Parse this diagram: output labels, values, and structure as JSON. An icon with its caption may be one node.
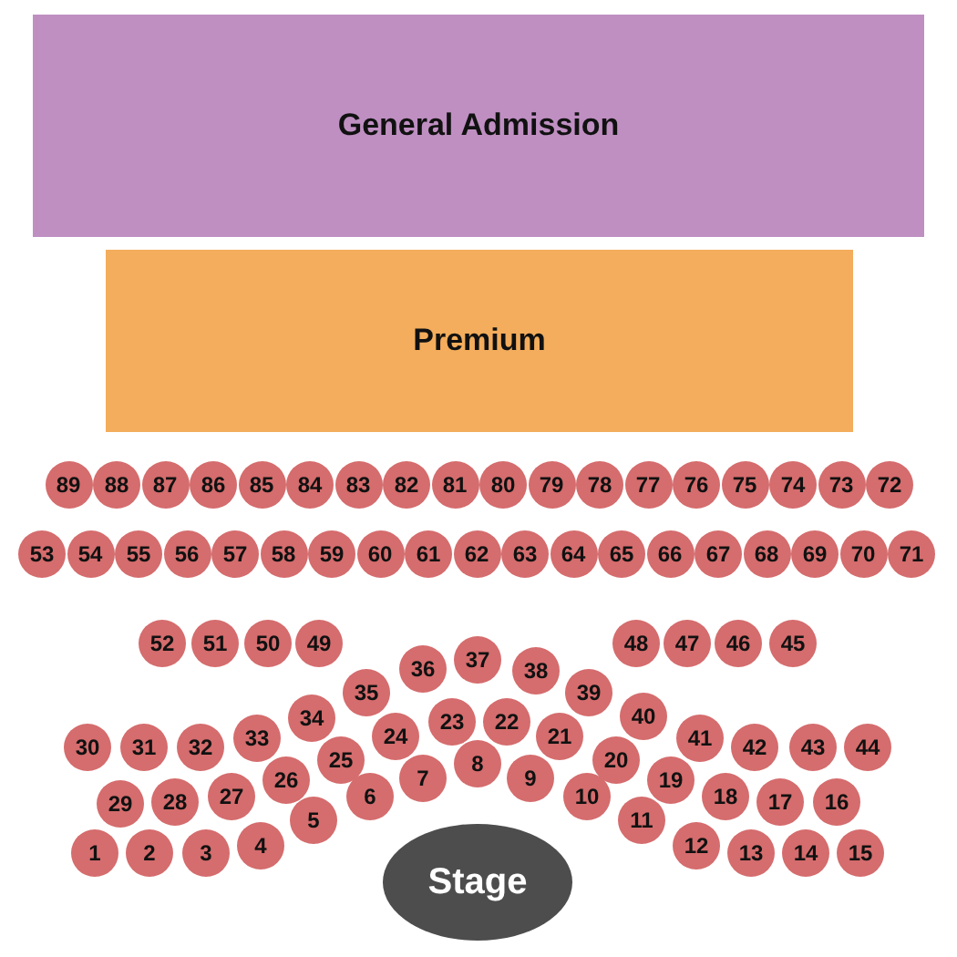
{
  "diagram": {
    "nodes": [
      {
        "text": [
          "General Admission"
        ]
      },
      {
        "text": [
          "Premium"
        ]
      },
      {
        "text": [
          "1"
        ]
      },
      {
        "text": [
          "2"
        ]
      },
      {
        "text": [
          "3"
        ]
      },
      {
        "text": [
          "4"
        ]
      },
      {
        "text": [
          "5"
        ]
      },
      {
        "text": [
          "6"
        ]
      },
      {
        "text": [
          "7"
        ]
      },
      {
        "text": [
          "8"
        ]
      },
      {
        "text": [
          "9"
        ]
      },
      {
        "text": [
          "10"
        ]
      },
      {
        "text": [
          "11"
        ]
      },
      {
        "text": [
          "12"
        ]
      },
      {
        "text": [
          "13"
        ]
      },
      {
        "text": [
          "14"
        ]
      },
      {
        "text": [
          "15"
        ]
      },
      {
        "text": [
          "16"
        ]
      },
      {
        "text": [
          "17"
        ]
      },
      {
        "text": [
          "18"
        ]
      },
      {
        "text": [
          "19"
        ]
      },
      {
        "text": [
          "20"
        ]
      },
      {
        "text": [
          "21"
        ]
      },
      {
        "text": [
          "22"
        ]
      },
      {
        "text": [
          "23"
        ]
      },
      {
        "text": [
          "24"
        ]
      },
      {
        "text": [
          "25"
        ]
      },
      {
        "text": [
          "26"
        ]
      },
      {
        "text": [
          "27"
        ]
      },
      {
        "text": [
          "28"
        ]
      },
      {
        "text": [
          "29"
        ]
      },
      {
        "text": [
          "30"
        ]
      },
      {
        "text": [
          "31"
        ]
      },
      {
        "text": [
          "32"
        ]
      },
      {
        "text": [
          "33"
        ]
      },
      {
        "text": [
          "34"
        ]
      },
      {
        "text": [
          "35"
        ]
      },
      {
        "text": [
          "36"
        ]
      },
      {
        "text": [
          "37"
        ]
      },
      {
        "text": [
          "38"
        ]
      },
      {
        "text": [
          "39"
        ]
      },
      {
        "text": [
          "40"
        ]
      },
      {
        "text": [
          "41"
        ]
      },
      {
        "text": [
          "42"
        ]
      },
      {
        "text": [
          "43"
        ]
      },
      {
        "text": [
          "44"
        ]
      },
      {
        "text": [
          "45"
        ]
      },
      {
        "text": [
          "46"
        ]
      },
      {
        "text": [
          "47"
        ]
      },
      {
        "text": [
          "48"
        ]
      },
      {
        "text": [
          "49"
        ]
      },
      {
        "text": [
          "50"
        ]
      },
      {
        "text": [
          "51"
        ]
      },
      {
        "text": [
          "52"
        ]
      },
      {
        "text": [
          "53"
        ]
      },
      {
        "text": [
          "54"
        ]
      },
      {
        "text": [
          "55"
        ]
      },
      {
        "text": [
          "56"
        ]
      },
      {
        "text": [
          "57"
        ]
      },
      {
        "text": [
          "58"
        ]
      },
      {
        "text": [
          "59"
        ]
      },
      {
        "text": [
          "60"
        ]
      },
      {
        "text": [
          "61"
        ]
      },
      {
        "text": [
          "62"
        ]
      },
      {
        "text": [
          "63"
        ]
      },
      {
        "text": [
          "64"
        ]
      },
      {
        "text": [
          "65"
        ]
      },
      {
        "text": [
          "66"
        ]
      },
      {
        "text": [
          "67"
        ]
      },
      {
        "text": [
          "68"
        ]
      },
      {
        "text": [
          "69"
        ]
      },
      {
        "text": [
          "70"
        ]
      },
      {
        "text": [
          "71"
        ]
      },
      {
        "text": [
          "72"
        ]
      },
      {
        "text": [
          "73"
        ]
      },
      {
        "text": [
          "74"
        ]
      },
      {
        "text": [
          "75"
        ]
      },
      {
        "text": [
          "76"
        ]
      },
      {
        "text": [
          "77"
        ]
      },
      {
        "text": [
          "78"
        ]
      },
      {
        "text": [
          "79"
        ]
      },
      {
        "text": [
          "80"
        ]
      },
      {
        "text": [
          "81"
        ]
      },
      {
        "text": [
          "82"
        ]
      },
      {
        "text": [
          "83"
        ]
      },
      {
        "text": [
          "84"
        ]
      },
      {
        "text": [
          "85"
        ]
      },
      {
        "text": [
          "86"
        ]
      },
      {
        "text": [
          "87"
        ]
      },
      {
        "text": [
          "88"
        ]
      },
      {
        "text": [
          "89"
        ]
      },
      {
        "text": [
          "Stage"
        ]
      }
    ]
  }
}
